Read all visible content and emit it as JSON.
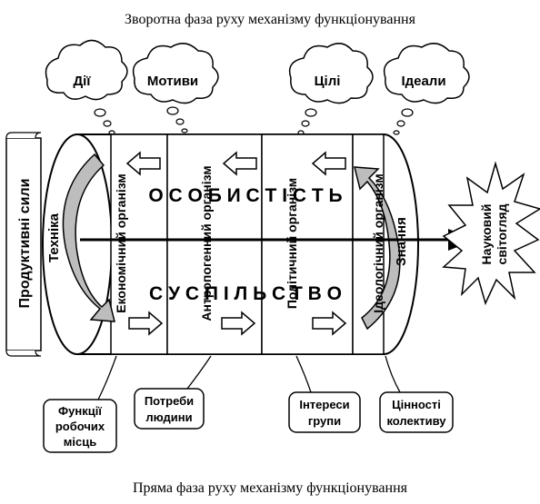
{
  "top_caption": "Зворотна фаза руху механізму функціонування",
  "bottom_caption": "Пряма фаза руху механізму функціонування",
  "clouds": [
    "Дії",
    "Мотиви",
    "Цілі",
    "Ідеали"
  ],
  "productive_forces": "Продуктивні сили",
  "technique": "Техніка",
  "knowledge": "Знання",
  "organisms": [
    "Економічний організм",
    "Антропогенний організм",
    "Політичний організм",
    "Ідеологічний організм"
  ],
  "personality": "О С О Б И С Т І С Т Ь",
  "society": "С У С П І Л Ь С Т В О",
  "worldview": [
    "Науковий",
    "світогляд"
  ],
  "bottom_boxes": [
    [
      "Функції",
      "робочих",
      "місць"
    ],
    [
      "Потреби",
      "людини"
    ],
    [
      "Інтереси",
      "групи"
    ],
    [
      "Цінності",
      "колективу"
    ]
  ]
}
